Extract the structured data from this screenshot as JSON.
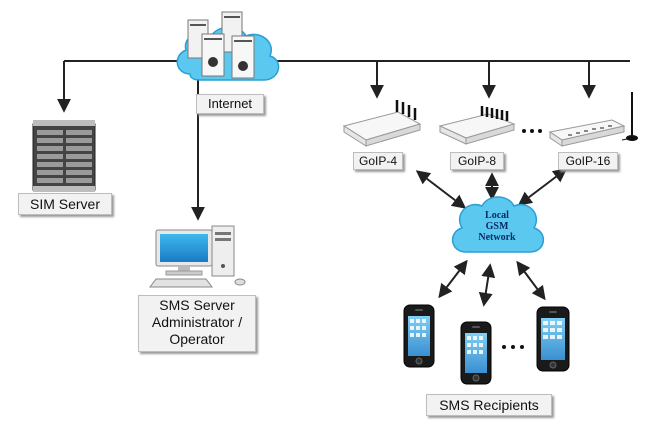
{
  "labels": {
    "internet": "Internet",
    "sim_server": "SIM Server",
    "sms_server": [
      "SMS Server",
      "Administrator /",
      "Operator"
    ],
    "goip_4": "GoIP-4",
    "goip_8": "GoIP-8",
    "goip_16": "GoIP-16",
    "sms_recipients": "SMS Recipients",
    "local_network": [
      "Local",
      "GSM",
      "Network"
    ]
  },
  "colors": {
    "line": "#222222",
    "cloud_fill": "#5bc8f0",
    "cloud_edge": "#2a9fd6",
    "label_bg": "#f2f2f2",
    "server_dark": "#3a3a3a"
  },
  "icons": {
    "internet": "cloud-servers-icon",
    "sim_server": "server-rack-icon",
    "sms_server": "desktop-computer-icon",
    "gateways": "gsm-gateway-icon",
    "local_network": "cloud-icon",
    "recipients": "smartphone-icon"
  }
}
